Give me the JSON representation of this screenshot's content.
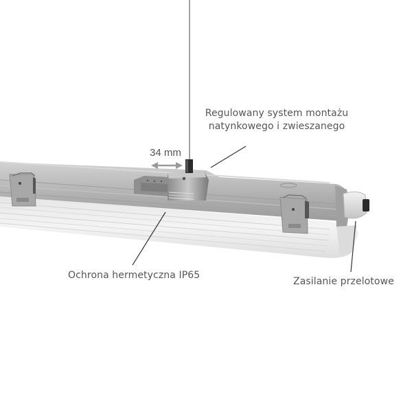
{
  "product": {
    "name": "hermetic-fluorescent-light-fixture",
    "colors": {
      "housing": "#b9b9b9",
      "housing_dark": "#9a9a9a",
      "diffuser": "#eeeeee",
      "label_text": "#555555",
      "leader_line": "#333333"
    }
  },
  "annotations": {
    "mounting_system": {
      "line1": "Regulowany system montażu",
      "line2": "natynkowego i zwieszanego"
    },
    "dimension": {
      "value": "34 mm"
    },
    "ip_protection": {
      "text": "Ochrona hermetyczna IP65"
    },
    "power": {
      "text": "Zasilanie przelotowe"
    }
  }
}
